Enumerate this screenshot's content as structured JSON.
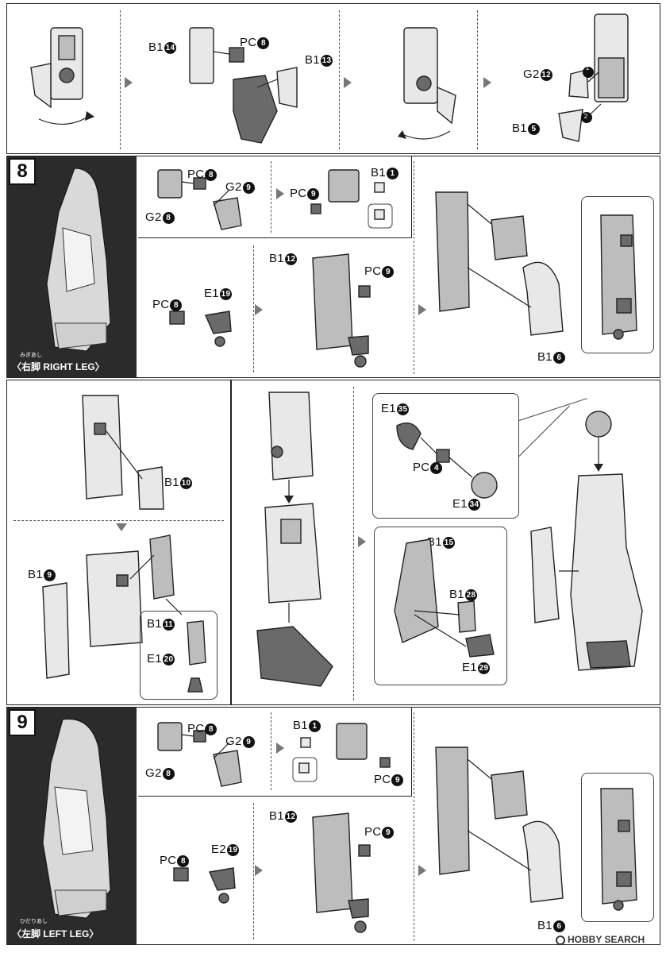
{
  "top_row": {
    "labels": [
      {
        "part": "B1",
        "num": "14"
      },
      {
        "part": "PC",
        "num": "8"
      },
      {
        "part": "B1",
        "num": "13"
      },
      {
        "part": "G2",
        "num": "12"
      },
      {
        "part": "B1",
        "num": "5"
      }
    ],
    "order_badges": [
      "1",
      "2"
    ]
  },
  "step8": {
    "step_number": "8",
    "leg_ruby": "みぎあし",
    "leg_label": "〈右脚 RIGHT LEG〉",
    "sub_a": {
      "labels": [
        {
          "part": "PC",
          "num": "8"
        },
        {
          "part": "G2",
          "num": "9"
        },
        {
          "part": "G2",
          "num": "8"
        },
        {
          "part": "PC",
          "num": "9"
        },
        {
          "part": "B1",
          "num": "1"
        }
      ]
    },
    "sub_b": {
      "labels": [
        {
          "part": "PC",
          "num": "8"
        },
        {
          "part": "E1",
          "num": "19"
        },
        {
          "part": "B1",
          "num": "12"
        },
        {
          "part": "PC",
          "num": "9"
        },
        {
          "part": "B1",
          "num": "6"
        }
      ]
    }
  },
  "middle": {
    "left_labels": [
      {
        "part": "B1",
        "num": "10"
      },
      {
        "part": "B1",
        "num": "9"
      },
      {
        "part": "B1",
        "num": "11"
      },
      {
        "part": "E1",
        "num": "20"
      }
    ],
    "right_labels": [
      {
        "part": "E1",
        "num": "35"
      },
      {
        "part": "PC",
        "num": "4"
      },
      {
        "part": "E1",
        "num": "34"
      },
      {
        "part": "B1",
        "num": "15"
      },
      {
        "part": "B1",
        "num": "28"
      },
      {
        "part": "E1",
        "num": "29"
      }
    ]
  },
  "step9": {
    "step_number": "9",
    "leg_ruby": "ひだりあし",
    "leg_label": "〈左脚 LEFT LEG〉",
    "sub_a": {
      "labels": [
        {
          "part": "PC",
          "num": "8"
        },
        {
          "part": "G2",
          "num": "9"
        },
        {
          "part": "G2",
          "num": "8"
        },
        {
          "part": "B1",
          "num": "1"
        },
        {
          "part": "PC",
          "num": "9"
        }
      ]
    },
    "sub_b": {
      "labels": [
        {
          "part": "PC",
          "num": "8"
        },
        {
          "part": "E2",
          "num": "19"
        },
        {
          "part": "B1",
          "num": "12"
        },
        {
          "part": "PC",
          "num": "9"
        },
        {
          "part": "B1",
          "num": "6"
        }
      ]
    }
  },
  "watermark": "HOBBY SEARCH",
  "colors": {
    "ink": "#111111",
    "arrow": "#777777",
    "panel_dark": "#2b2b2b",
    "part_fill": "#e8e8e8"
  }
}
